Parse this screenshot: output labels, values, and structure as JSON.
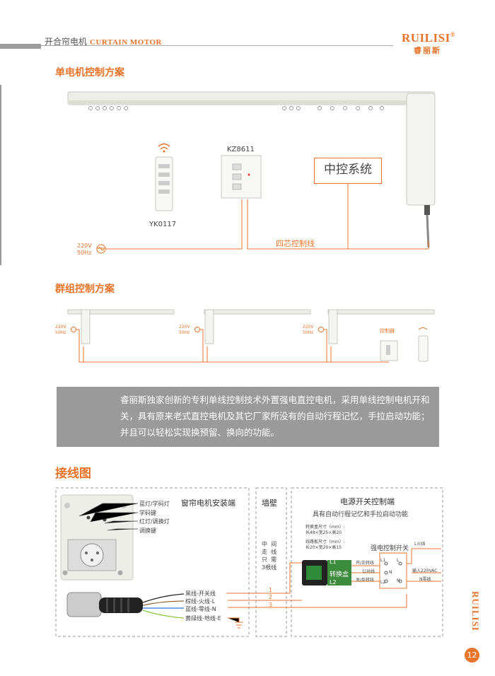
{
  "header": {
    "title_cn": "开合帘电机",
    "title_en": "CURTAIN MOTOR",
    "brand_en": "RUILISI",
    "brand_reg": "®",
    "brand_cn": "睿丽斯"
  },
  "section_single": {
    "title": "单电机控制方案",
    "remote_model": "YK0117",
    "switch_model": "KZ8611",
    "central_system": "中控系统",
    "four_core_wire": "四芯控制线",
    "power_v": "220V",
    "power_hz": "50Hz"
  },
  "section_group": {
    "title": "群组控制方案",
    "units": [
      {
        "v": "220V",
        "hz": "50Hz"
      },
      {
        "v": "220V",
        "hz": "50Hz"
      },
      {
        "v": "220V",
        "hz": "50Hz"
      }
    ],
    "controller": "控制器"
  },
  "notice": {
    "text": "睿丽斯独家创新的专利单线控制技术外置强电直控电机，采用单线控制电机开和关，具有原来老式直控电机及其它厂家所没有的自动行程记忆，手拉启动功能；并且可以轻松实现换预留、换向的功能。"
  },
  "wiring": {
    "title": "接线图",
    "motor_end": "窗帘电机安装端",
    "wall": "墙壁",
    "wall_note": [
      "中",
      "间",
      "走",
      "线",
      "只",
      "需",
      "3根线"
    ],
    "power_switch_end": "电源开关控制端",
    "power_switch_sub": "具有自动行程记忆和手拉启动功能",
    "labels": {
      "blue_learn": "蓝灯/学码灯",
      "learn_key": "学码键",
      "red_switch": "红灯/调换灯",
      "switch_key": "调换键"
    },
    "wires": [
      {
        "label": "黑线-开关线",
        "num": "1"
      },
      {
        "label": "棕线-火线-L",
        "num": "2"
      },
      {
        "label": "蓝线-零线-N",
        "num": "3"
      },
      {
        "label": "黄绿线-地线-E",
        "num": ""
      }
    ],
    "size1_title": "转换盒尺寸（mm）:",
    "size1_value": "长48×宽25×高20",
    "size2_title": "线路板尺寸（mm）:",
    "size2_value": "长20×宽20×高15",
    "strong_switch": "强电控制开关",
    "converter": "转换盒",
    "L1": "L1",
    "L2": "L2",
    "open_line": "开/正转线",
    "common_line": "公共线",
    "close_line": "关/反转线",
    "sw_L1": "L1",
    "sw_N": "N",
    "sw_L2": "L2",
    "sw_L": "L",
    "sw_N2": "N",
    "live_line": "L火线",
    "input_220": "输入220VAC",
    "neutral_line": "N零线"
  },
  "page": {
    "number": "12",
    "side_brand": "RUILISI"
  },
  "colors": {
    "accent": "#e8742a",
    "notice_bg": "#9a9a9a",
    "wire_black": "#222222",
    "wire_brown": "#8b5a2b",
    "wire_blue": "#2a6fd6",
    "wire_ground": "#8cc63f"
  }
}
